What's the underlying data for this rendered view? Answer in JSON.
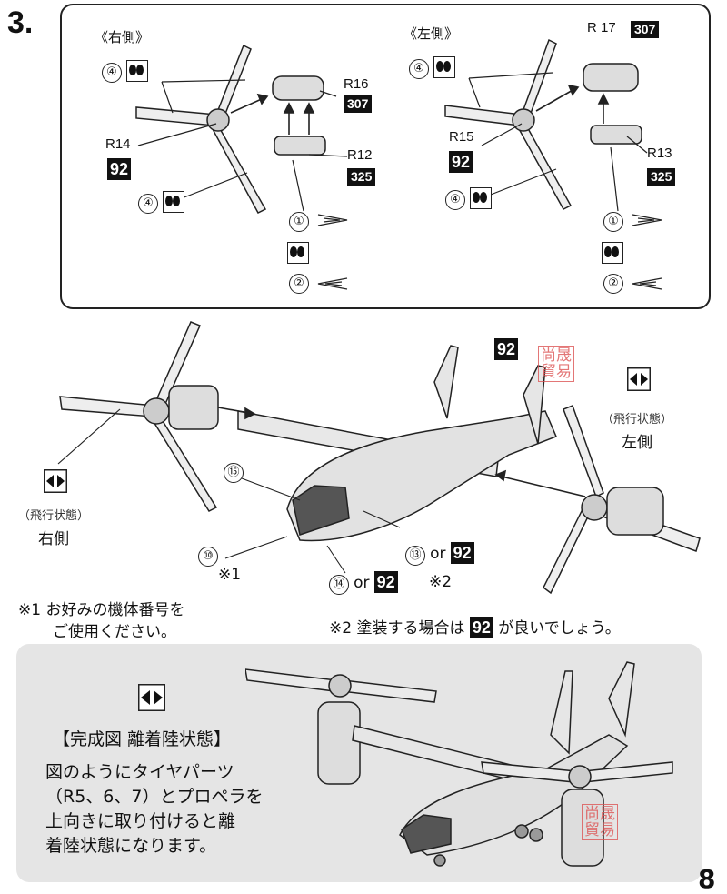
{
  "step": {
    "number": "3."
  },
  "top": {
    "right_title": "《右側》",
    "left_title": "《左側》",
    "right": {
      "step4a": "④",
      "step4b": "④",
      "step1": "①",
      "step2": "②",
      "r16": "R16",
      "r16_code": "307",
      "r14": "R14",
      "r14_code": "92",
      "r12": "R12",
      "r12_code": "325"
    },
    "left": {
      "step4a": "④",
      "step4b": "④",
      "step1": "①",
      "step2": "②",
      "r17": "R 17",
      "r17_code": "307",
      "r15": "R15",
      "r15_code": "92",
      "r13": "R13",
      "r13_code": "325"
    }
  },
  "middle": {
    "top_code": "92",
    "stamp1": "尚晟",
    "stamp2": "貿易",
    "right_flight_state": "（飛行状態）",
    "right_side_name": "右側",
    "left_flight_state": "（飛行状態）",
    "left_side_name": "左側",
    "c15": "⑮",
    "c10": "⑩",
    "note1_mark": "※1",
    "c13": "⑬",
    "or": "or",
    "c13_code": "92",
    "c14": "⑭",
    "c14_code": "92",
    "note2_mark": "※2"
  },
  "notes": {
    "note1_line1": "※1 お好みの機体番号を",
    "note1_line2": "ご使用ください。",
    "note2_pre": "※2 塗装する場合は",
    "note2_code": "92",
    "note2_post": "が良いでしょう。"
  },
  "panel": {
    "title": "【完成図 離着陸状態】",
    "line1": "図のようにタイヤパーツ",
    "line2": "（R5、6、7）とプロペラを",
    "line3": "上向きに取り付けると離",
    "line4": "着陸状態になります。",
    "stamp1": "尚晟",
    "stamp2": "貿易"
  },
  "page": {
    "number": "8"
  }
}
